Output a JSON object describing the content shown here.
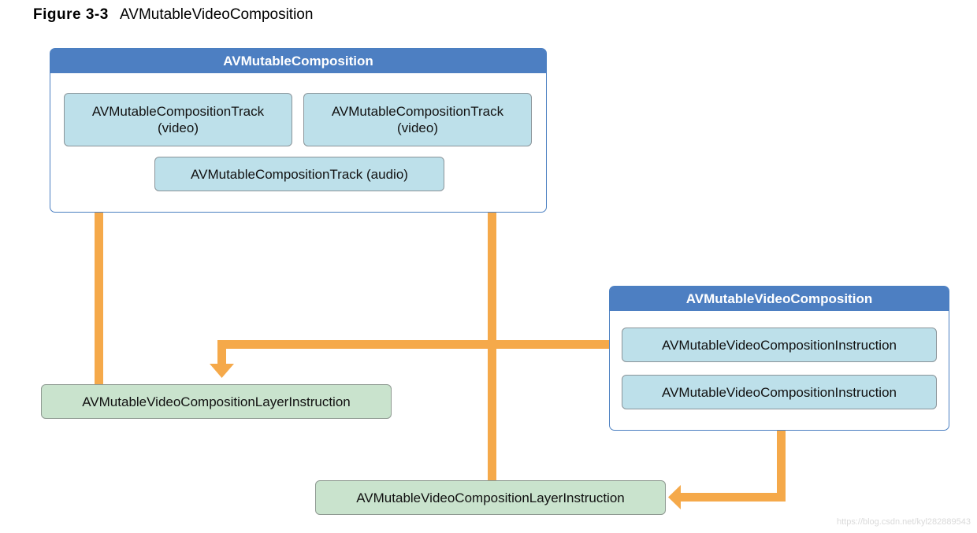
{
  "figure": {
    "number": "Figure 3-3",
    "title": "AVMutableVideoComposition"
  },
  "composition": {
    "title": "AVMutableComposition",
    "tracks": [
      {
        "line1": "AVMutableCompositionTrack",
        "line2": "(video)"
      },
      {
        "line1": "AVMutableCompositionTrack",
        "line2": "(video)"
      },
      {
        "line1": "AVMutableCompositionTrack (audio)"
      }
    ]
  },
  "video_composition": {
    "title": "AVMutableVideoComposition",
    "instructions": [
      "AVMutableVideoCompositionInstruction",
      "AVMutableVideoCompositionInstruction"
    ]
  },
  "layer_instructions": [
    "AVMutableVideoCompositionLayerInstruction",
    "AVMutableVideoCompositionLayerInstruction"
  ],
  "colors": {
    "arrow": "#f5a94a",
    "header": "#4d7fc2",
    "track_fill": "#bde0ea",
    "layer_fill": "#c9e3cd"
  },
  "watermark": "https://blog.csdn.net/kyl282889543"
}
